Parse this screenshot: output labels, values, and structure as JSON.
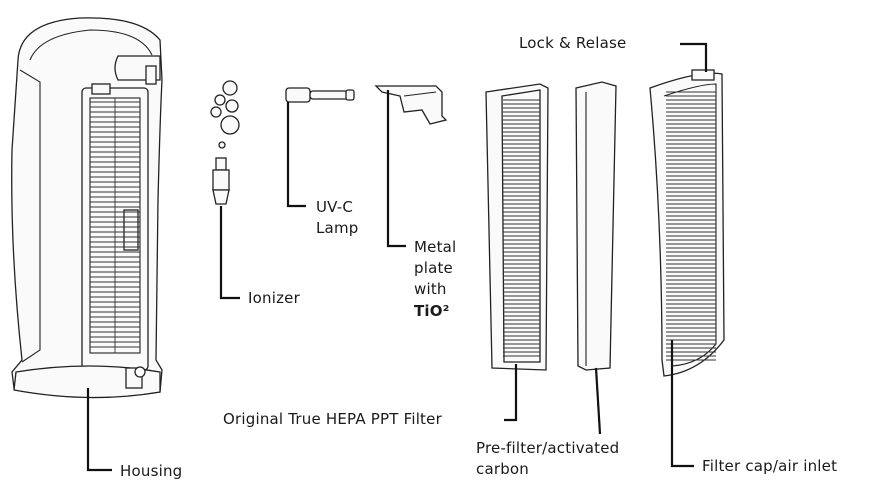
{
  "labels": {
    "lock": "Lock & Relase",
    "uvc_line1": "UV-C",
    "uvc_line2": "Lamp",
    "metal_line1": "Metal",
    "metal_line2": "plate",
    "metal_line3": "with",
    "metal_line4": "TiO²",
    "ionizer": "Ionizer",
    "hepa": "Original True HEPA PPT Filter",
    "prefilter_line1": "Pre-filter/activated",
    "prefilter_line2": "carbon",
    "housing": "Housing",
    "filter_cap": "Filter cap/air inlet"
  }
}
